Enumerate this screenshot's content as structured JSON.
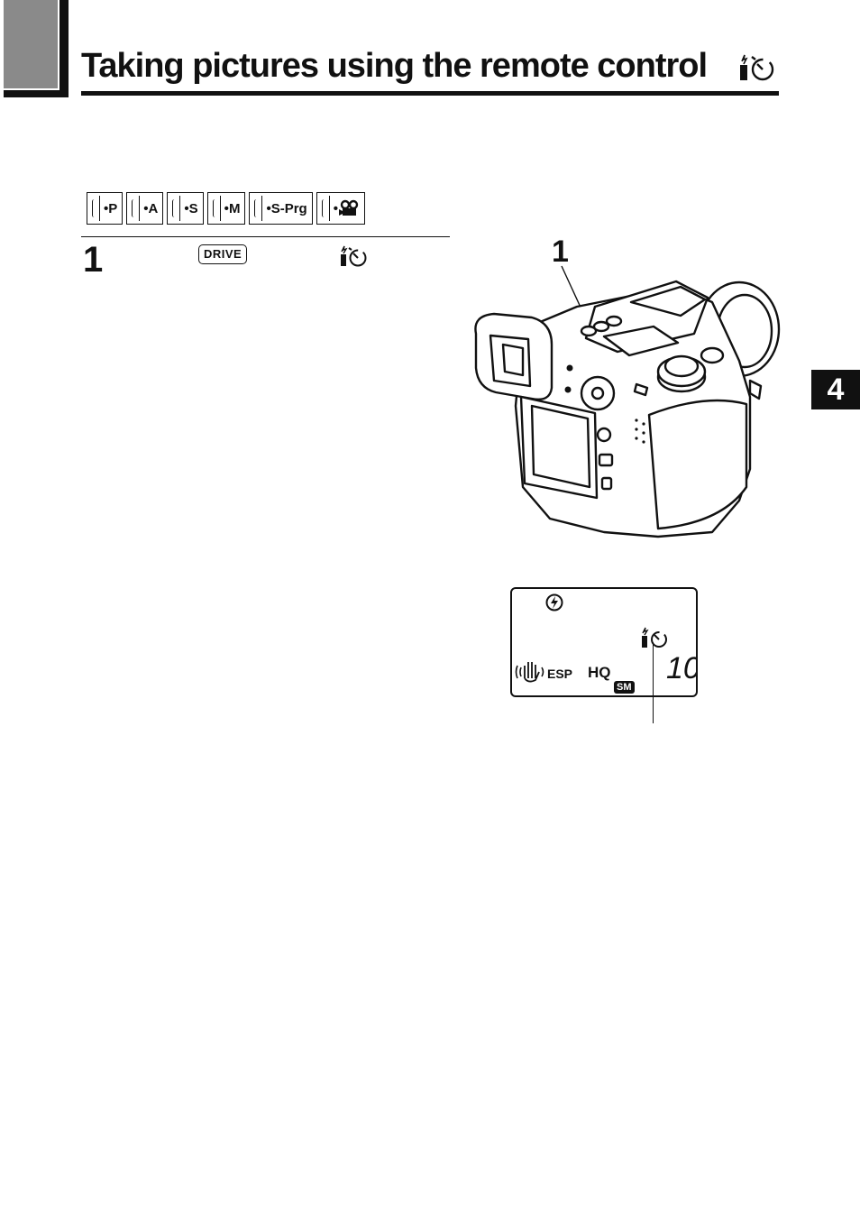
{
  "header": {
    "title": "Taking pictures using the remote control",
    "title_icon": "remote-self-timer-icon"
  },
  "modes": [
    {
      "label": "P"
    },
    {
      "label": "A"
    },
    {
      "label": "S"
    },
    {
      "label": "M"
    },
    {
      "label": "S-Prg"
    },
    {
      "label": "",
      "icon": "movie-camera-icon"
    }
  ],
  "step": {
    "number": "1",
    "button_label": "DRIVE",
    "icon": "remote-self-timer-icon"
  },
  "camera": {
    "callout": "1"
  },
  "lcd": {
    "flash_icon": "flash-off-icon",
    "drive_icon": "remote-self-timer-icon",
    "esp_label": "ESP",
    "quality": "HQ",
    "size": "SM",
    "count": "10"
  },
  "chapter": {
    "number": "4"
  }
}
